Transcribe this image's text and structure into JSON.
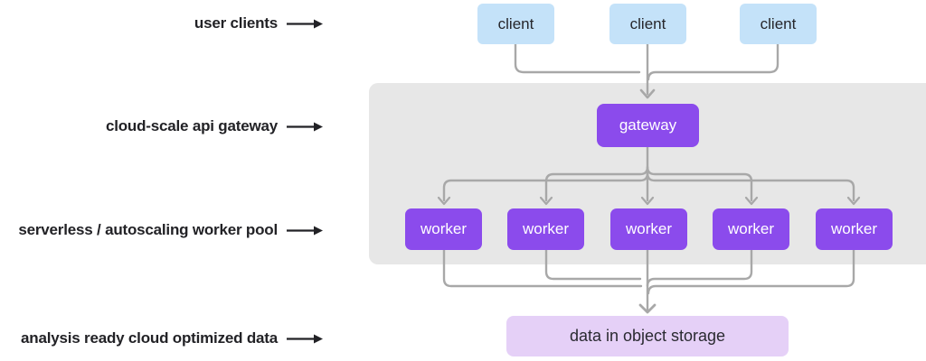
{
  "labels": [
    {
      "text": "user clients"
    },
    {
      "text": "cloud-scale api gateway"
    },
    {
      "text": "serverless / autoscaling worker pool"
    },
    {
      "text": "analysis ready cloud optimized data"
    }
  ],
  "nodes": {
    "clients": [
      "client",
      "client",
      "client"
    ],
    "gateway": "gateway",
    "workers": [
      "worker",
      "worker",
      "worker",
      "worker",
      "worker"
    ],
    "storage": "data in object storage"
  },
  "colors": {
    "client_box": "#c4e2f9",
    "accent_purple": "#8b4bec",
    "storage_box": "#e5d0f7",
    "pool_panel": "#e7e7e7",
    "connector_gray": "#a8a8a8",
    "label_dark": "#222226"
  }
}
